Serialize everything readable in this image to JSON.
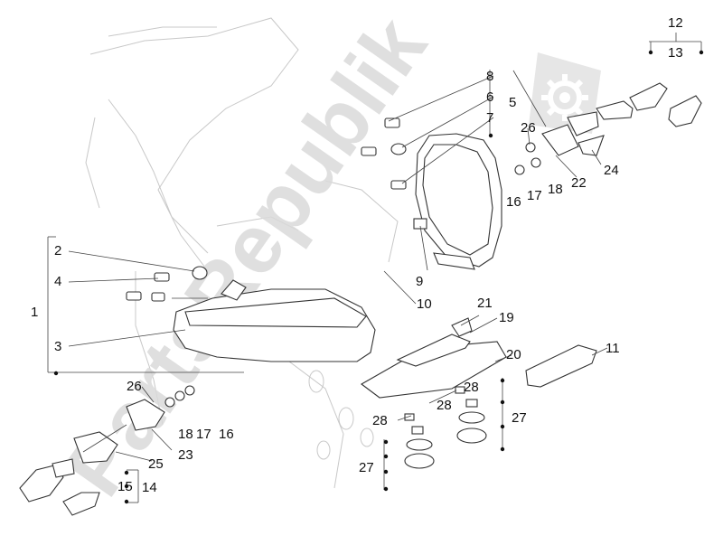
{
  "watermark": {
    "text": "PartsRepublik",
    "color": "#d9d9d9",
    "logo_icon": "gear-icon"
  },
  "labels": {
    "l1": "1",
    "l2": "2",
    "l3": "3",
    "l4": "4",
    "l5": "5",
    "l6": "6",
    "l7": "7",
    "l8": "8",
    "l9": "9",
    "l10": "10",
    "l11": "11",
    "l12": "12",
    "l13": "13",
    "l14": "14",
    "l15": "15",
    "l16a": "16",
    "l16b": "16",
    "l17a": "17",
    "l17b": "17",
    "l18a": "18",
    "l18b": "18",
    "l19": "19",
    "l20": "20",
    "l21": "21",
    "l22": "22",
    "l23": "23",
    "l24": "24",
    "l25": "25",
    "l26a": "26",
    "l26b": "26",
    "l27a": "27",
    "l27b": "27",
    "l28a": "28",
    "l28b": "28",
    "l28c": "28"
  }
}
